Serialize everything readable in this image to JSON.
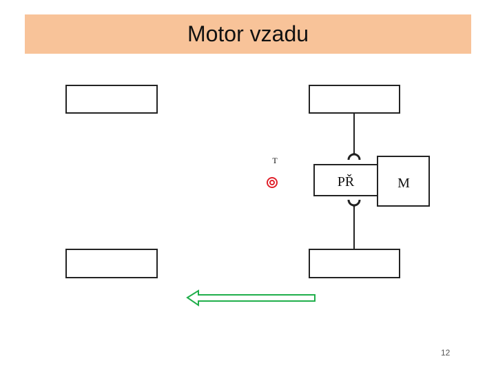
{
  "title": "Motor vzadu",
  "labels": {
    "gearbox": "PŘ",
    "motor": "M",
    "center_of_gravity": "T"
  },
  "page_number": "12",
  "colors": {
    "title_bar": "#f8c399",
    "arrow": "#1fae4a",
    "center_of_gravity": "#e0202a",
    "outline": "#222222"
  },
  "icons": {
    "center_of_gravity": "double-circle-target",
    "direction": "left-arrow-outline"
  }
}
